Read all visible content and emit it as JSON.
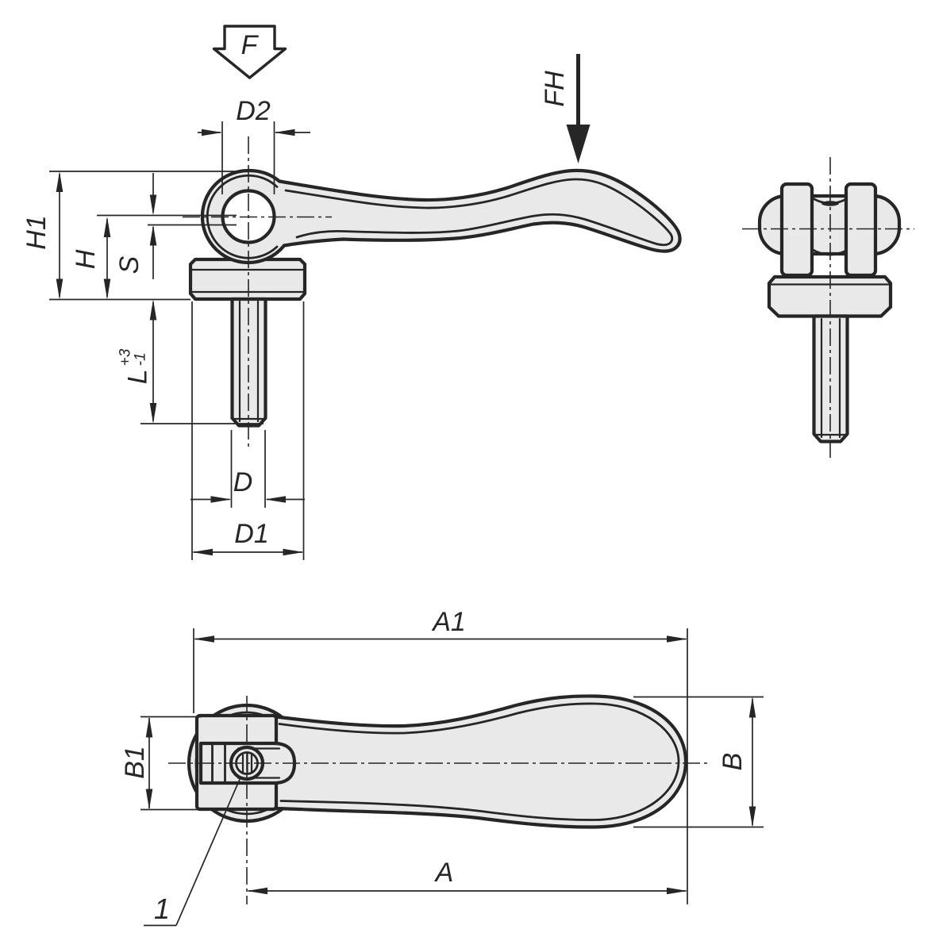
{
  "drawing": {
    "force_arrows": {
      "f_label": "F",
      "fh_label": "FH"
    },
    "dimension_labels": {
      "d2": "D2",
      "h1": "H1",
      "h": "H",
      "s": "S",
      "l": "L",
      "l_tolerance_plus": "+3",
      "l_tolerance_minus": "-1",
      "d": "D",
      "d1": "D1",
      "a1": "A1",
      "b1": "B1",
      "b": "B",
      "a": "A"
    },
    "callout": {
      "position_number": "1"
    },
    "colors": {
      "line": "#262626",
      "part_fill": "#e9e9e9",
      "background": "#ffffff"
    }
  }
}
